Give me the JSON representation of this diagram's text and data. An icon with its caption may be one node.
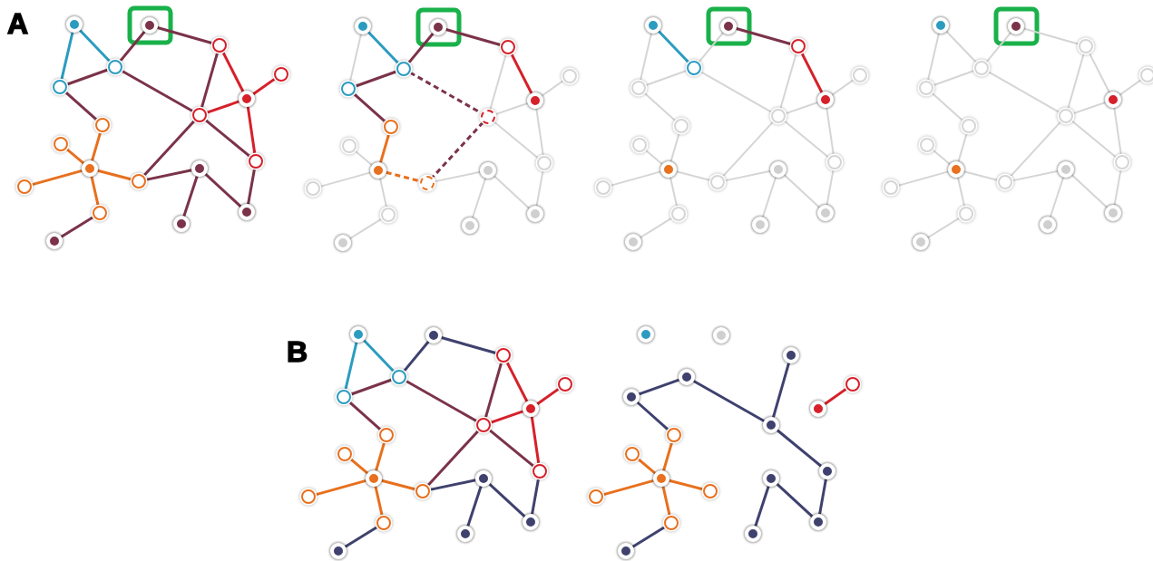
{
  "diagram": {
    "nodes": [
      {
        "text": [],
        "shape": "circle"
      },
      {
        "text": [],
        "shape": "circle"
      },
      {
        "text": [],
        "shape": "circle"
      },
      {
        "text": [],
        "shape": "circle"
      },
      {
        "text": [],
        "shape": "circle"
      },
      {
        "text": [],
        "shape": "circle"
      },
      {
        "text": [],
        "shape": "circle"
      },
      {
        "text": [],
        "shape": "circle"
      },
      {
        "text": [],
        "shape": "circle"
      },
      {
        "text": [],
        "shape": "circle"
      },
      {
        "text": [],
        "shape": "circle"
      },
      {
        "text": [],
        "shape": "circle"
      },
      {
        "text": [],
        "shape": "circle"
      },
      {
        "text": [],
        "shape": "circle"
      },
      {
        "text": [],
        "shape": "circle"
      },
      {
        "text": [],
        "shape": "circle"
      },
      {
        "text": [],
        "shape": "circle"
      },
      {
        "text": [],
        "shape": "circle"
      },
      {
        "text": [],
        "shape": "circle"
      },
      {
        "text": [],
        "shape": "circle"
      },
      {
        "text": [],
        "shape": "circle"
      },
      {
        "text": [],
        "shape": "circle"
      },
      {
        "text": [],
        "shape": "circle"
      },
      {
        "text": [],
        "shape": "circle"
      },
      {
        "text": [],
        "shape": "circle"
      },
      {
        "text": [],
        "shape": "circle"
      },
      {
        "text": [],
        "shape": "circle"
      },
      {
        "text": [],
        "shape": "circle"
      },
      {
        "text": [],
        "shape": "circle"
      },
      {
        "text": [],
        "shape": "circle"
      },
      {
        "text": [],
        "shape": "circle"
      },
      {
        "text": [],
        "shape": "circle"
      },
      {
        "text": [],
        "shape": "circle"
      },
      {
        "text": [],
        "shape": "circle"
      },
      {
        "text": [],
        "shape": "circle"
      },
      {
        "text": [],
        "shape": "circle"
      },
      {
        "text": [],
        "shape": "circle"
      },
      {
        "text": [],
        "shape": "circle"
      },
      {
        "text": [],
        "shape": "circle"
      },
      {
        "text": [],
        "shape": "circle"
      },
      {
        "text": [],
        "shape": "circle"
      },
      {
        "text": [],
        "shape": "circle"
      },
      {
        "text": [],
        "shape": "circle"
      },
      {
        "text": [],
        "shape": "circle"
      },
      {
        "text": [],
        "shape": "circle"
      },
      {
        "text": [],
        "shape": "circle"
      },
      {
        "text": [],
        "shape": "circle"
      },
      {
        "text": [],
        "shape": "circle"
      },
      {
        "text": [],
        "shape": "circle"
      },
      {
        "text": [],
        "shape": "circle"
      },
      {
        "text": [],
        "shape": "circle"
      },
      {
        "text": [],
        "shape": "circle"
      },
      {
        "text": [],
        "shape": "circle"
      },
      {
        "text": [],
        "shape": "circle"
      },
      {
        "text": [],
        "shape": "circle"
      },
      {
        "text": [],
        "shape": "circle"
      },
      {
        "text": [],
        "shape": "circle"
      },
      {
        "text": [],
        "shape": "circle"
      },
      {
        "text": [],
        "shape": "circle"
      },
      {
        "text": [],
        "shape": "circle"
      },
      {
        "text": [],
        "shape": "circle"
      },
      {
        "text": [],
        "shape": "circle"
      },
      {
        "text": [],
        "shape": "circle"
      },
      {
        "text": [],
        "shape": "circle"
      },
      {
        "text": [],
        "shape": "circle"
      },
      {
        "text": [],
        "shape": "circle"
      },
      {
        "text": [],
        "shape": "circle"
      },
      {
        "text": [],
        "shape": "circle"
      },
      {
        "text": [],
        "shape": "circle"
      },
      {
        "text": [],
        "shape": "circle"
      },
      {
        "text": [],
        "shape": "circle"
      },
      {
        "text": [],
        "shape": "circle"
      },
      {
        "text": [],
        "shape": "circle"
      },
      {
        "text": [],
        "shape": "circle"
      },
      {
        "text": [],
        "shape": "circle"
      },
      {
        "text": [],
        "shape": "circle"
      },
      {
        "text": [],
        "shape": "circle"
      },
      {
        "text": [],
        "shape": "circle"
      },
      {
        "text": [],
        "shape": "circle"
      },
      {
        "text": [],
        "shape": "circle"
      },
      {
        "text": [],
        "shape": "circle"
      },
      {
        "text": [],
        "shape": "circle"
      },
      {
        "text": [],
        "shape": "circle"
      },
      {
        "text": [],
        "shape": "circle"
      },
      {
        "text": [],
        "shape": "circle"
      },
      {
        "text": [],
        "shape": "circle"
      },
      {
        "text": [],
        "shape": "circle"
      },
      {
        "text": [],
        "shape": "circle"
      },
      {
        "text": [],
        "shape": "circle"
      },
      {
        "text": [],
        "shape": "circle"
      },
      {
        "text": [],
        "shape": "circle"
      },
      {
        "text": [],
        "shape": "circle"
      },
      {
        "text": [],
        "shape": "circle"
      },
      {
        "text": [],
        "shape": "circle"
      },
      {
        "text": [],
        "shape": "circle"
      },
      {
        "text": [],
        "shape": "circle"
      },
      {
        "text": [],
        "shape": "circle"
      },
      {
        "text": [],
        "shape": "circle"
      },
      {
        "text": [],
        "shape": "circle"
      },
      {
        "text": [],
        "shape": "circle"
      },
      {
        "text": [],
        "shape": "circle"
      },
      {
        "text": [],
        "shape": "circle"
      },
      {
        "text": [],
        "shape": "circle"
      },
      {
        "text": [],
        "shape": "circle"
      },
      {
        "text": [],
        "shape": "circle"
      },
      {
        "text": [],
        "shape": "circle"
      },
      {
        "text": [],
        "shape": "circle"
      },
      {
        "text": [],
        "shape": "circle"
      },
      {
        "text": [],
        "shape": "circle"
      },
      {
        "text": [],
        "shape": "circle"
      },
      {
        "text": [],
        "shape": "circle"
      },
      {
        "text": [],
        "shape": "circle"
      },
      {
        "text": [],
        "shape": "circle"
      },
      {
        "text": [],
        "shape": "circle"
      }
    ],
    "edges": [
      {
        "from": 0,
        "to": 3,
        "arrow": "none",
        "color": "#2b9cc0"
      },
      {
        "from": 0,
        "to": 4,
        "arrow": "none",
        "color": "#2b9cc0"
      },
      {
        "from": 4,
        "to": 3,
        "arrow": "none",
        "color": "#7b3349"
      },
      {
        "from": 3,
        "to": 1,
        "arrow": "none",
        "color": "#7b3349"
      },
      {
        "from": 1,
        "to": 2,
        "arrow": "none",
        "color": "#7b3349"
      },
      {
        "from": 3,
        "to": 7,
        "arrow": "none",
        "color": "#7b3349"
      },
      {
        "from": 4,
        "to": 8,
        "arrow": "none",
        "color": "#7b3349"
      },
      {
        "from": 2,
        "to": 7,
        "arrow": "none",
        "color": "#7b3349"
      },
      {
        "from": 2,
        "to": 6,
        "arrow": "none",
        "color": "#d6202a"
      },
      {
        "from": 6,
        "to": 5,
        "arrow": "none",
        "color": "#d6202a"
      },
      {
        "from": 7,
        "to": 6,
        "arrow": "none",
        "color": "#d6202a"
      },
      {
        "from": 6,
        "to": 13,
        "arrow": "none",
        "color": "#d6202a"
      },
      {
        "from": 7,
        "to": 13,
        "arrow": "none",
        "color": "#7b3349"
      },
      {
        "from": 7,
        "to": 11,
        "arrow": "none",
        "color": "#7b3349"
      },
      {
        "from": 8,
        "to": 10,
        "arrow": "none",
        "color": "#e8701e"
      },
      {
        "from": 9,
        "to": 10,
        "arrow": "none",
        "color": "#e8701e"
      },
      {
        "from": 14,
        "to": 10,
        "arrow": "none",
        "color": "#e8701e"
      },
      {
        "from": 10,
        "to": 11,
        "arrow": "none",
        "color": "#e8701e"
      },
      {
        "from": 10,
        "to": 15,
        "arrow": "none",
        "color": "#e8701e"
      },
      {
        "from": 15,
        "to": 18,
        "arrow": "none",
        "color": "#7b3349"
      },
      {
        "from": 11,
        "to": 12,
        "arrow": "none",
        "color": "#7b3349"
      },
      {
        "from": 12,
        "to": 16,
        "arrow": "none",
        "color": "#7b3349"
      },
      {
        "from": 12,
        "to": 17,
        "arrow": "none",
        "color": "#7b3349"
      },
      {
        "from": 13,
        "to": 17,
        "arrow": "none",
        "color": "#7b3349"
      },
      {
        "from": 19,
        "to": 22,
        "arrow": "none",
        "color": "#2b9cc0"
      },
      {
        "from": 19,
        "to": 23,
        "arrow": "none"
      },
      {
        "from": 23,
        "to": 22,
        "arrow": "none",
        "color": "#7b3349"
      },
      {
        "from": 22,
        "to": 20,
        "arrow": "none",
        "color": "#7b3349"
      },
      {
        "from": 20,
        "to": 21,
        "arrow": "none",
        "color": "#7b3349"
      },
      {
        "from": 22,
        "to": 26,
        "arrow": "none",
        "style": "dashed",
        "color": "#7b3349"
      },
      {
        "from": 23,
        "to": 27,
        "arrow": "none",
        "color": "#7b3349"
      },
      {
        "from": 21,
        "to": 26,
        "arrow": "none"
      },
      {
        "from": 21,
        "to": 25,
        "arrow": "none",
        "color": "#d6202a"
      },
      {
        "from": 25,
        "to": 24,
        "arrow": "none"
      },
      {
        "from": 26,
        "to": 25,
        "arrow": "none"
      },
      {
        "from": 25,
        "to": 32,
        "arrow": "none"
      },
      {
        "from": 26,
        "to": 32,
        "arrow": "none"
      },
      {
        "from": 26,
        "to": 30,
        "arrow": "none",
        "style": "dashed",
        "color": "#7b3349"
      },
      {
        "from": 27,
        "to": 29,
        "arrow": "none",
        "color": "#e8701e"
      },
      {
        "from": 28,
        "to": 29,
        "arrow": "none"
      },
      {
        "from": 33,
        "to": 29,
        "arrow": "none"
      },
      {
        "from": 29,
        "to": 30,
        "arrow": "none",
        "style": "dashed",
        "color": "#e8701e"
      },
      {
        "from": 29,
        "to": 34,
        "arrow": "none"
      },
      {
        "from": 34,
        "to": 37,
        "arrow": "none"
      },
      {
        "from": 30,
        "to": 31,
        "arrow": "none"
      },
      {
        "from": 31,
        "to": 35,
        "arrow": "none"
      },
      {
        "from": 31,
        "to": 36,
        "arrow": "none"
      },
      {
        "from": 32,
        "to": 36,
        "arrow": "none"
      },
      {
        "from": 38,
        "to": 41,
        "arrow": "none",
        "color": "#2b9cc0"
      },
      {
        "from": 38,
        "to": 42,
        "arrow": "none"
      },
      {
        "from": 42,
        "to": 41,
        "arrow": "none"
      },
      {
        "from": 41,
        "to": 39,
        "arrow": "none"
      },
      {
        "from": 39,
        "to": 40,
        "arrow": "none",
        "color": "#7b3349"
      },
      {
        "from": 41,
        "to": 45,
        "arrow": "none"
      },
      {
        "from": 42,
        "to": 46,
        "arrow": "none"
      },
      {
        "from": 40,
        "to": 45,
        "arrow": "none"
      },
      {
        "from": 40,
        "to": 44,
        "arrow": "none",
        "color": "#d6202a"
      },
      {
        "from": 44,
        "to": 43,
        "arrow": "none"
      },
      {
        "from": 45,
        "to": 44,
        "arrow": "none"
      },
      {
        "from": 44,
        "to": 51,
        "arrow": "none"
      },
      {
        "from": 45,
        "to": 51,
        "arrow": "none"
      },
      {
        "from": 45,
        "to": 49,
        "arrow": "none"
      },
      {
        "from": 46,
        "to": 48,
        "arrow": "none"
      },
      {
        "from": 47,
        "to": 48,
        "arrow": "none"
      },
      {
        "from": 52,
        "to": 48,
        "arrow": "none"
      },
      {
        "from": 48,
        "to": 49,
        "arrow": "none"
      },
      {
        "from": 48,
        "to": 53,
        "arrow": "none"
      },
      {
        "from": 53,
        "to": 56,
        "arrow": "none"
      },
      {
        "from": 49,
        "to": 50,
        "arrow": "none"
      },
      {
        "from": 50,
        "to": 54,
        "arrow": "none"
      },
      {
        "from": 50,
        "to": 55,
        "arrow": "none"
      },
      {
        "from": 51,
        "to": 55,
        "arrow": "none"
      },
      {
        "from": 57,
        "to": 60,
        "arrow": "none"
      },
      {
        "from": 57,
        "to": 61,
        "arrow": "none"
      },
      {
        "from": 61,
        "to": 60,
        "arrow": "none"
      },
      {
        "from": 60,
        "to": 58,
        "arrow": "none"
      },
      {
        "from": 58,
        "to": 59,
        "arrow": "none"
      },
      {
        "from": 60,
        "to": 64,
        "arrow": "none"
      },
      {
        "from": 61,
        "to": 65,
        "arrow": "none"
      },
      {
        "from": 59,
        "to": 64,
        "arrow": "none"
      },
      {
        "from": 59,
        "to": 63,
        "arrow": "none"
      },
      {
        "from": 63,
        "to": 62,
        "arrow": "none"
      },
      {
        "from": 64,
        "to": 63,
        "arrow": "none"
      },
      {
        "from": 63,
        "to": 70,
        "arrow": "none"
      },
      {
        "from": 64,
        "to": 70,
        "arrow": "none"
      },
      {
        "from": 64,
        "to": 68,
        "arrow": "none"
      },
      {
        "from": 65,
        "to": 67,
        "arrow": "none"
      },
      {
        "from": 66,
        "to": 67,
        "arrow": "none"
      },
      {
        "from": 71,
        "to": 67,
        "arrow": "none"
      },
      {
        "from": 67,
        "to": 68,
        "arrow": "none"
      },
      {
        "from": 67,
        "to": 72,
        "arrow": "none"
      },
      {
        "from": 72,
        "to": 75,
        "arrow": "none"
      },
      {
        "from": 68,
        "to": 69,
        "arrow": "none"
      },
      {
        "from": 69,
        "to": 73,
        "arrow": "none"
      },
      {
        "from": 69,
        "to": 74,
        "arrow": "none"
      },
      {
        "from": 70,
        "to": 74,
        "arrow": "none"
      },
      {
        "from": 76,
        "to": 79,
        "arrow": "none",
        "color": "#2b9cc0"
      },
      {
        "from": 76,
        "to": 80,
        "arrow": "none",
        "color": "#2b9cc0"
      },
      {
        "from": 80,
        "to": 79,
        "arrow": "none",
        "color": "#7b3349"
      },
      {
        "from": 79,
        "to": 77,
        "arrow": "none",
        "color": "#3f416e"
      },
      {
        "from": 77,
        "to": 78,
        "arrow": "none",
        "color": "#3f416e"
      },
      {
        "from": 79,
        "to": 83,
        "arrow": "none",
        "color": "#7b3349"
      },
      {
        "from": 80,
        "to": 84,
        "arrow": "none",
        "color": "#7b3349"
      },
      {
        "from": 78,
        "to": 83,
        "arrow": "none",
        "color": "#7b3349"
      },
      {
        "from": 78,
        "to": 82,
        "arrow": "none",
        "color": "#d6202a"
      },
      {
        "from": 82,
        "to": 81,
        "arrow": "none",
        "color": "#d6202a"
      },
      {
        "from": 83,
        "to": 82,
        "arrow": "none",
        "color": "#d6202a"
      },
      {
        "from": 82,
        "to": 89,
        "arrow": "none",
        "color": "#d6202a"
      },
      {
        "from": 83,
        "to": 89,
        "arrow": "none",
        "color": "#7b3349"
      },
      {
        "from": 83,
        "to": 87,
        "arrow": "none",
        "color": "#7b3349"
      },
      {
        "from": 84,
        "to": 86,
        "arrow": "none",
        "color": "#e8701e"
      },
      {
        "from": 85,
        "to": 86,
        "arrow": "none",
        "color": "#e8701e"
      },
      {
        "from": 90,
        "to": 86,
        "arrow": "none",
        "color": "#e8701e"
      },
      {
        "from": 86,
        "to": 87,
        "arrow": "none",
        "color": "#e8701e"
      },
      {
        "from": 86,
        "to": 91,
        "arrow": "none",
        "color": "#e8701e"
      },
      {
        "from": 91,
        "to": 94,
        "arrow": "none",
        "color": "#3f416e"
      },
      {
        "from": 87,
        "to": 88,
        "arrow": "none",
        "color": "#3f416e"
      },
      {
        "from": 88,
        "to": 92,
        "arrow": "none",
        "color": "#3f416e"
      },
      {
        "from": 88,
        "to": 93,
        "arrow": "none",
        "color": "#3f416e"
      },
      {
        "from": 89,
        "to": 93,
        "arrow": "none",
        "color": "#3f416e"
      },
      {
        "from": 99,
        "to": 98,
        "arrow": "none",
        "color": "#3f416e"
      },
      {
        "from": 98,
        "to": 102,
        "arrow": "none",
        "color": "#3f416e"
      },
      {
        "from": 99,
        "to": 103,
        "arrow": "none",
        "color": "#3f416e"
      },
      {
        "from": 97,
        "to": 102,
        "arrow": "none",
        "color": "#3f416e"
      },
      {
        "from": 101,
        "to": 100,
        "arrow": "none",
        "color": "#d6202a"
      },
      {
        "from": 102,
        "to": 108,
        "arrow": "none",
        "color": "#3f416e"
      },
      {
        "from": 103,
        "to": 105,
        "arrow": "none",
        "color": "#e8701e"
      },
      {
        "from": 104,
        "to": 105,
        "arrow": "none",
        "color": "#e8701e"
      },
      {
        "from": 109,
        "to": 105,
        "arrow": "none",
        "color": "#e8701e"
      },
      {
        "from": 105,
        "to": 106,
        "arrow": "none",
        "color": "#e8701e"
      },
      {
        "from": 105,
        "to": 110,
        "arrow": "none",
        "color": "#e8701e"
      },
      {
        "from": 110,
        "to": 113,
        "arrow": "none",
        "color": "#3f416e"
      },
      {
        "from": 107,
        "to": 111,
        "arrow": "none",
        "color": "#3f416e"
      },
      {
        "from": 107,
        "to": 112,
        "arrow": "none",
        "color": "#3f416e"
      },
      {
        "from": 108,
        "to": 112,
        "arrow": "none",
        "color": "#3f416e"
      }
    ],
    "labels": [
      "A",
      "B"
    ]
  }
}
